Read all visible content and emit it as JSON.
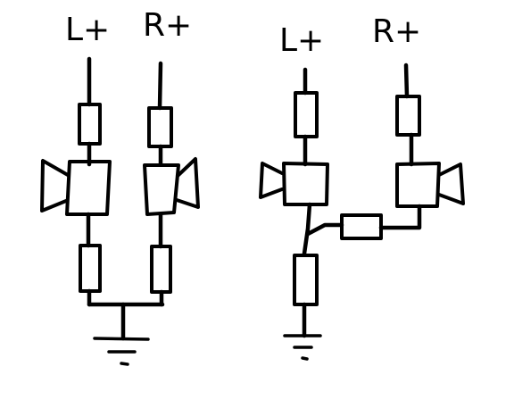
{
  "diagrams": [
    {
      "labels": {
        "left": "L+",
        "right": "R+"
      }
    },
    {
      "labels": {
        "left": "L+",
        "right": "R+"
      }
    }
  ]
}
